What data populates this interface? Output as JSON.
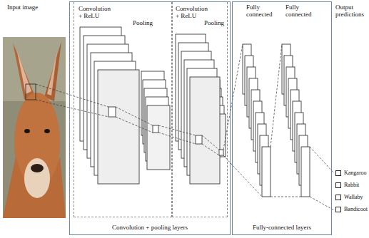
{
  "diagram": {
    "nodes": [
      {
        "text": [
          "Convolution + pooling layers"
        ]
      },
      {
        "text": [
          "Convolution + ReLU",
          "Pooling"
        ],
        "in": 0
      },
      {
        "text": [
          "Convolution + ReLU",
          "Pooling"
        ],
        "in": 0
      },
      {
        "text": [
          "Fully-connected layers"
        ]
      },
      {
        "text": [
          "Kangaroo"
        ]
      },
      {
        "text": [
          "Rabbit"
        ]
      },
      {
        "text": [
          "Wallaby"
        ]
      },
      {
        "text": [
          "Bandicoot"
        ]
      }
    ],
    "labels": [
      "Input image",
      "Fully connected",
      "Fully connected",
      "Output predictions"
    ]
  }
}
